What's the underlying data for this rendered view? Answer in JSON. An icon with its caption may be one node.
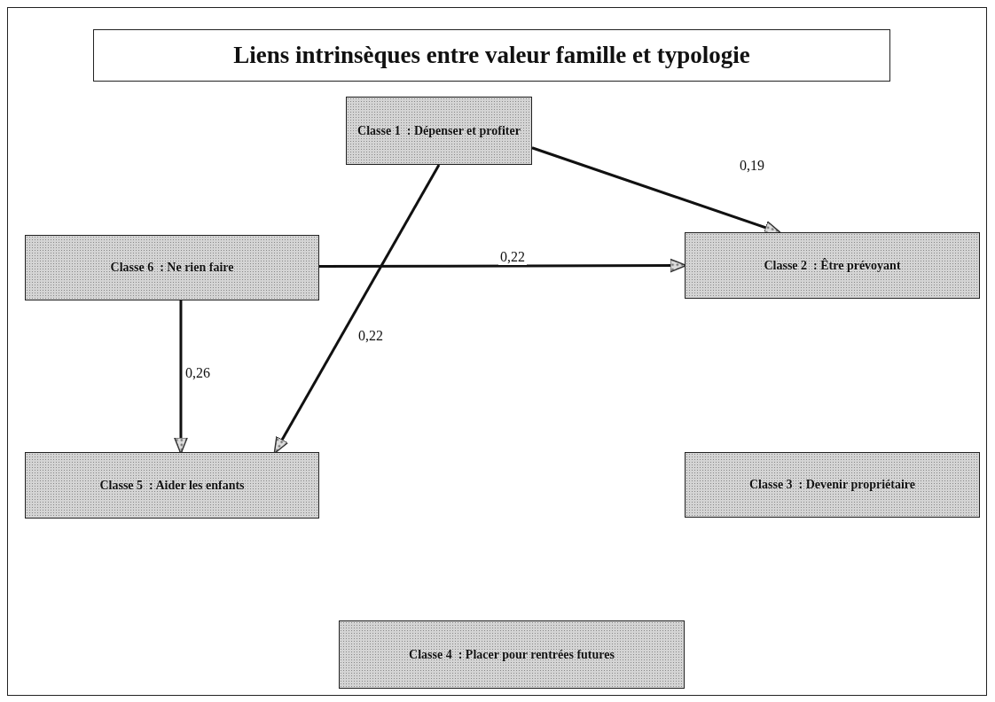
{
  "diagram": {
    "title": "Liens intrinsèques entre valeur famille et typologie",
    "nodes": [
      {
        "text": [
          "Classe 1  : Dépenser et profiter"
        ]
      },
      {
        "text": [
          "Classe 6  : Ne rien faire"
        ]
      },
      {
        "text": [
          "Classe 2  : Être prévoyant"
        ]
      },
      {
        "text": [
          "Classe 5  : Aider les enfants"
        ]
      },
      {
        "text": [
          "Classe 3  : Devenir propriétaire"
        ]
      },
      {
        "text": [
          "Classe 4  : Placer pour rentrées futures"
        ]
      }
    ],
    "edges": [
      {
        "from": 0,
        "to": 2,
        "arrow": "to",
        "label": "0,19"
      },
      {
        "from": 1,
        "to": 2,
        "arrow": "to",
        "label": "0,22"
      },
      {
        "from": 0,
        "to": 3,
        "arrow": "to",
        "label": "0,22"
      },
      {
        "from": 1,
        "to": 3,
        "arrow": "to",
        "label": "0,26"
      }
    ]
  }
}
